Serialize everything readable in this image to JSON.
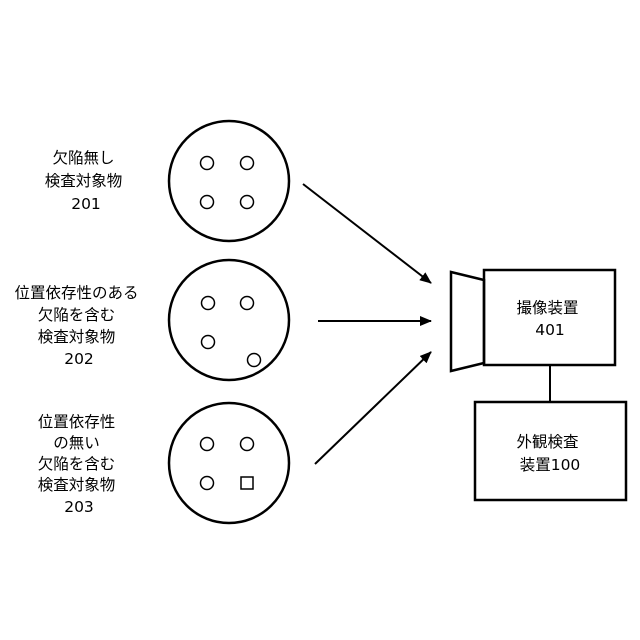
{
  "objects": [
    {
      "lines": [
        "欠陥無し",
        "検査対象物",
        "201"
      ]
    },
    {
      "lines": [
        "位置依存性のある",
        "欠陥を含む",
        "検査対象物",
        "202"
      ]
    },
    {
      "lines": [
        "位置依存性",
        "の無い",
        "欠陥を含む",
        "検査対象物",
        "203"
      ]
    }
  ],
  "camera": {
    "lines": [
      "撮像装置",
      "401"
    ]
  },
  "inspector": {
    "lines": [
      "外観検査",
      "装置100"
    ]
  }
}
